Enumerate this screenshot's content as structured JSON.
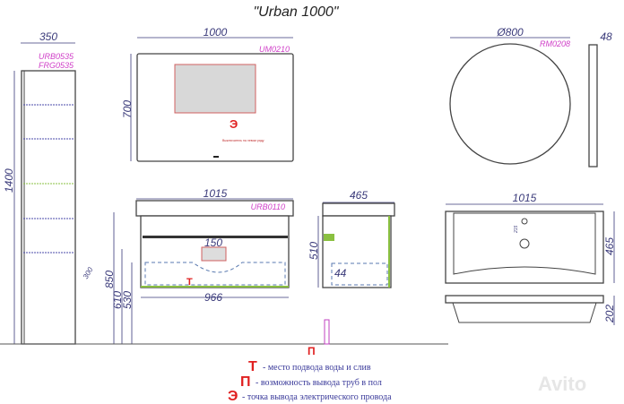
{
  "title": "\"Urban 1000\"",
  "column": {
    "width": "350",
    "height": "1400",
    "depth": "300",
    "codes": [
      "URB0535",
      "FRG0535"
    ]
  },
  "mirror": {
    "width": "1000",
    "height": "700",
    "code": "UM0210",
    "switch_note": "Выключатель на левом ряду",
    "electric_mark": "Э"
  },
  "round_mirror": {
    "diameter": "Ø800",
    "depth": "48",
    "code": "RM0208"
  },
  "cabinet_front": {
    "width": "1015",
    "inner_width": "966",
    "code": "URB0110",
    "box_width": "150",
    "height_total": "850",
    "height_610": "610",
    "height_530": "530",
    "water_mark": "Т",
    "floor_mark": "П"
  },
  "cabinet_side": {
    "depth": "465",
    "height": "510",
    "offset": "44"
  },
  "basin": {
    "width": "1015",
    "depth": "465",
    "height": "202",
    "hole_offset": "215"
  },
  "legend": [
    {
      "mark": "Т",
      "text": "- место подвода воды и слив"
    },
    {
      "mark": "П",
      "text": "- возможность вывода труб в пол"
    },
    {
      "mark": "Э",
      "text": "- точка вывода электрического провода"
    }
  ],
  "watermark": "Avito",
  "colors": {
    "dimension": "#3a3a7a",
    "code": "#d040c8",
    "marker": "#e02020",
    "legend_text": "#3a3a9a"
  }
}
